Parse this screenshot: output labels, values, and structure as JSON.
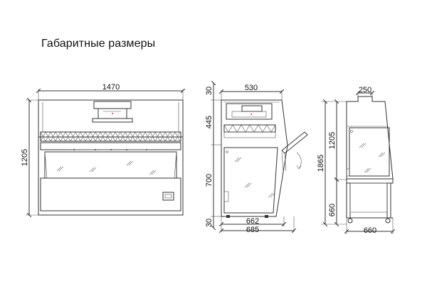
{
  "title": "Габаритные размеры",
  "front_view": {
    "width": "1470",
    "height": "1205"
  },
  "side_view": {
    "depth_top": "530",
    "top_gap": "30",
    "upper_height": "445",
    "lower_height": "700",
    "bottom_gap": "30",
    "base_depth": "662",
    "overall_depth": "685"
  },
  "stand_view": {
    "duct_width": "250",
    "cabinet_height": "1205",
    "total_height": "1865",
    "stand_height": "660",
    "stand_width": "660"
  },
  "colors": {
    "line": "#333333",
    "text": "#111111",
    "glass": "#666666"
  }
}
